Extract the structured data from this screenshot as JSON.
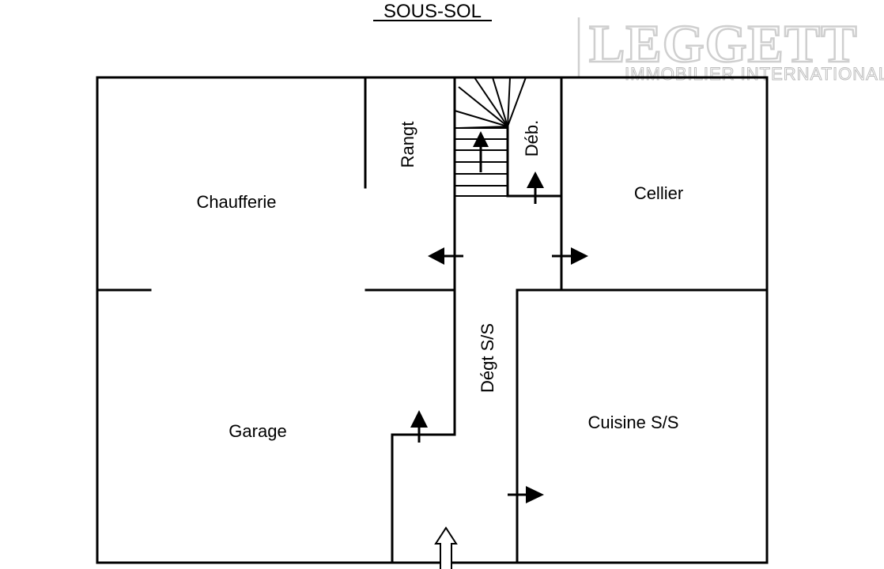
{
  "title": "SOUS-SOL",
  "watermark": {
    "brand": "LEGGETT",
    "tagline": "IMMOBILIER INTERNATIONAL"
  },
  "rooms": {
    "chaufferie": "Chaufferie",
    "rangt": "Rangt",
    "deb": "Déb.",
    "cellier": "Cellier",
    "garage": "Garage",
    "degt": "Dégt S/S",
    "cuisine": "Cuisine S/S"
  }
}
